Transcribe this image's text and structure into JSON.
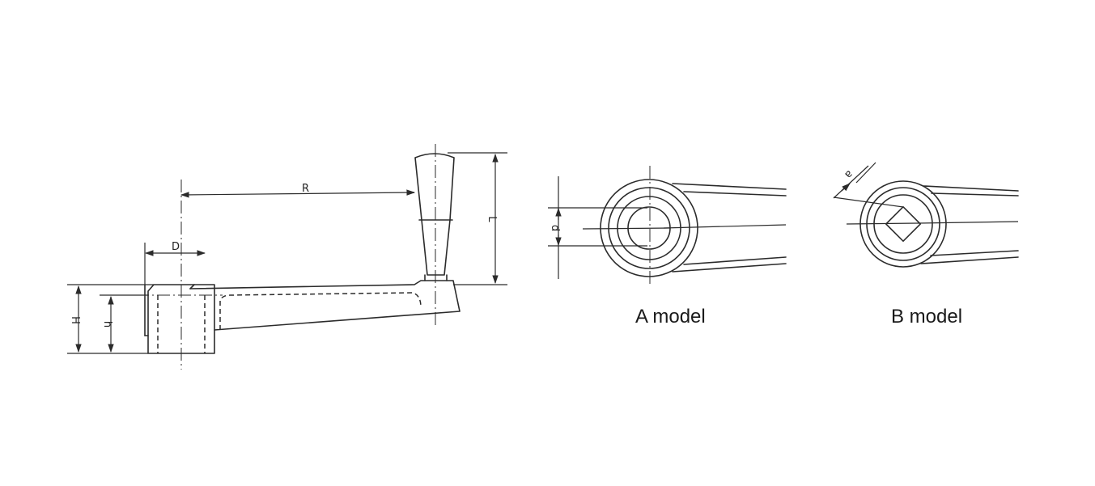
{
  "labels": {
    "R": "R",
    "D": "D",
    "L": "L",
    "H": "H",
    "h": "h",
    "d": "d",
    "a": "a"
  },
  "captions": {
    "a_model": "A model",
    "b_model": "B model"
  },
  "colors": {
    "line": "#2b2b2b",
    "background": "#ffffff"
  }
}
